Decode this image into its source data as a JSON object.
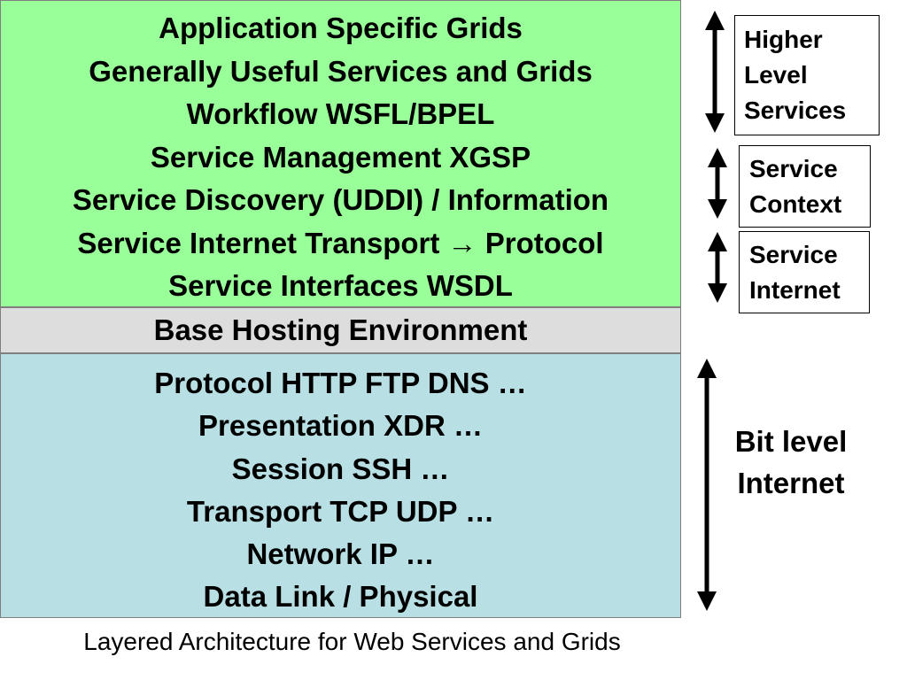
{
  "colors": {
    "upper_fill": "#99ff99",
    "base_fill": "#dddddd",
    "lower_fill": "#b8e0e4",
    "arrow": "#000000"
  },
  "upper_layer": {
    "lines": [
      "Application Specific Grids",
      "Generally Useful Services and Grids",
      "Workflow WSFL/BPEL",
      "Service Management XGSP",
      "Service Discovery (UDDI) / Information",
      "Service Internet Transport → Protocol",
      "Service Interfaces WSDL"
    ]
  },
  "base_layer": {
    "label": "Base Hosting Environment"
  },
  "lower_layer": {
    "lines": [
      "Protocol HTTP FTP DNS …",
      "Presentation XDR …",
      "Session SSH …",
      "Transport TCP UDP …",
      "Network IP …",
      "Data Link / Physical"
    ]
  },
  "side_labels": {
    "higher": [
      "Higher",
      "Level",
      "Services"
    ],
    "context": [
      "Service",
      "Context"
    ],
    "internet": [
      "Service",
      "Internet"
    ],
    "bit": [
      "Bit level",
      "Internet"
    ]
  },
  "caption": "Layered Architecture for Web Services and Grids"
}
